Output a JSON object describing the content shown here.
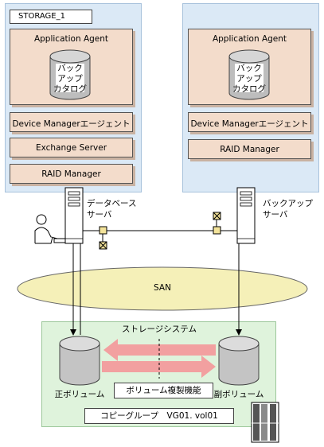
{
  "storage_label": "STORAGE_1",
  "left_host": {
    "application_agent": "Application Agent",
    "catalog": [
      "バック",
      "アップ",
      "カタログ"
    ],
    "device_manager_agent": "Device Managerエージェント",
    "exchange_server": "Exchange Server",
    "raid_manager": "RAID Manager"
  },
  "right_host": {
    "application_agent": "Application Agent",
    "catalog": [
      "バック",
      "アップ",
      "カタログ"
    ],
    "device_manager_agent": "Device Managerエージェント",
    "raid_manager": "RAID Manager"
  },
  "db_server_label": [
    "データベース",
    "サーバ"
  ],
  "backup_server_label": [
    "バックアップ",
    "サーバ"
  ],
  "san_label": "SAN",
  "storage_system": {
    "title": "ストレージシステム",
    "primary_volume": "正ボリューム",
    "secondary_volume": "副ボリューム",
    "replication_function": "ボリューム複製機能",
    "copy_group": "コピーグループ　VG01. vol01"
  },
  "colors": {
    "host_panel": "#dbe9f6",
    "component_box": "#f3dccb",
    "storage_panel": "#dff3dc",
    "san_ellipse": "#f5f0b8",
    "arrow": "#f2a0a0"
  }
}
